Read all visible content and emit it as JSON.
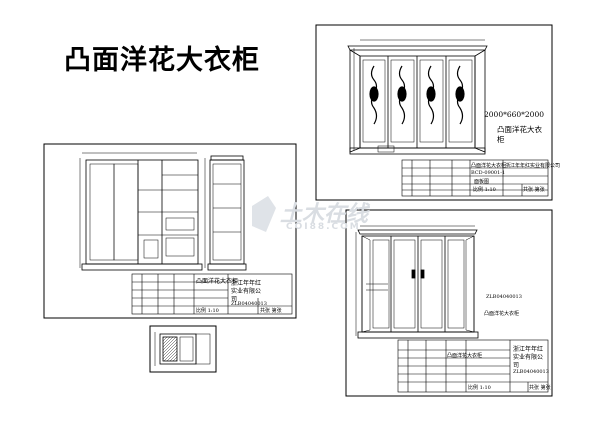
{
  "page_title": "凸面洋花大衣柜",
  "sheets": {
    "top_right": {
      "dimension_text": "2000*660*2000",
      "product_name_line1": "凸面洋花大衣",
      "product_name_line2": "柜",
      "title_block": {
        "product_code": "凸面洋花大衣柜",
        "drawing_no": "BCD-09001-1",
        "sheet_label": "面板图",
        "scale": "比例 1:10",
        "sheet_count": "共张 第张",
        "company": "浙江年年红实业有限公司"
      }
    },
    "left": {
      "title_block": {
        "product_name": "凸面洋花大衣柜",
        "company_line1": "浙江年年红",
        "company_line2": "实业有限公",
        "company_line3": "司",
        "drawing_no": "ZLB04040013",
        "scale": "比例 1:10",
        "sheet_count": "共张 第张"
      }
    },
    "bottom_right": {
      "dimension_text": "ZLB04040013",
      "product_name": "凸面洋花大衣柜",
      "title_block": {
        "product_name": "凸面洋花大衣柜",
        "company_line1": "浙江年年红",
        "company_line2": "实业有限公",
        "company_line3": "司",
        "drawing_no": "ZLB04040013",
        "scale": "比例 1:10",
        "sheet_count": "共张 第张"
      }
    }
  },
  "watermark": {
    "text_main": "土木在线",
    "text_sub": "COI88.COM"
  }
}
